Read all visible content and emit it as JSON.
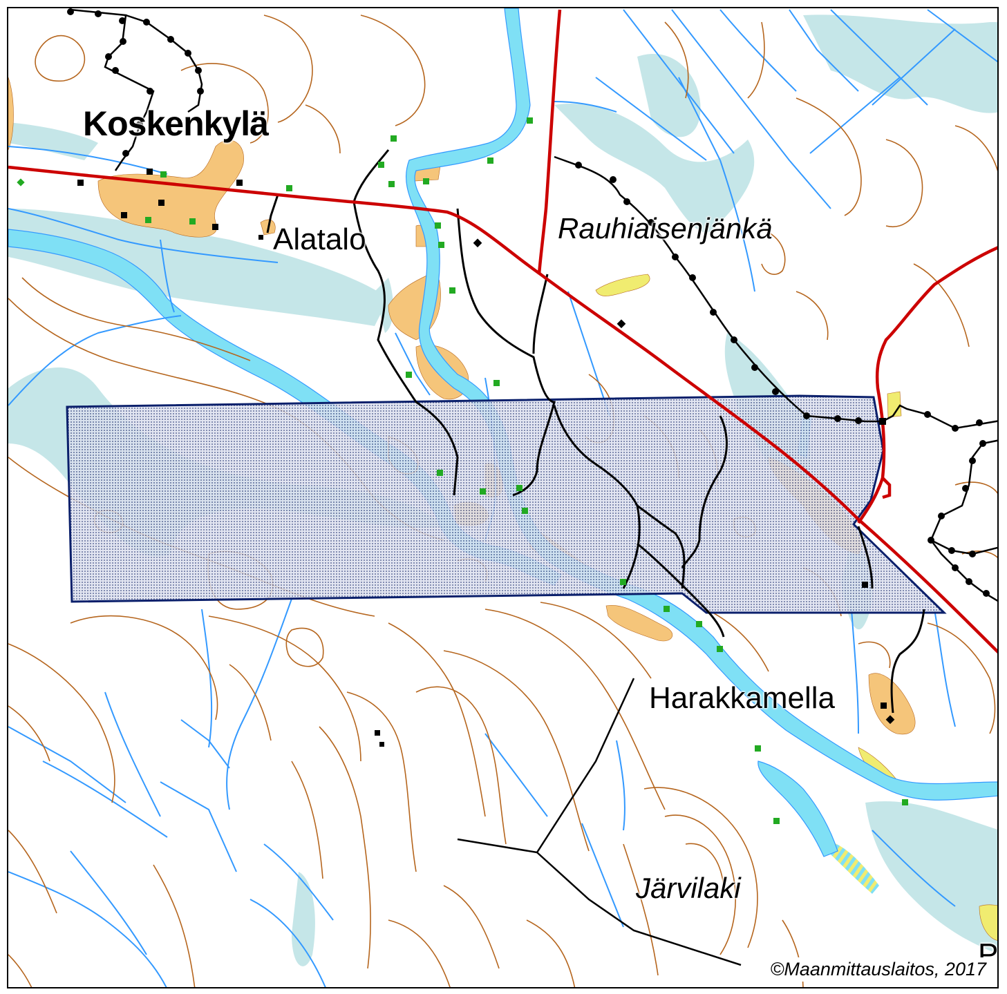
{
  "map": {
    "colors": {
      "contour": "#b5651d",
      "stream": "#3399ff",
      "wetland": "#c5e6e8",
      "water": "#7fe0f5",
      "field": "#f5c57a",
      "sand": "#f0ec70",
      "road": "#cc0000",
      "path": "#000000",
      "power_line": "#000000",
      "boundary": "#0a1f6b",
      "area_fill": "#dde1ef",
      "marker": "#22aa22"
    },
    "labels": {
      "koskenkyla": "Koskenkylä",
      "alatalo": "Alatalo",
      "rauhiaisenjanka": "Rauhiaisenjänkä",
      "harakkamella": "Harakkamella",
      "jarvilaki": "Järvilaki",
      "edge_fragment": "P"
    },
    "copyright": "©Maanmittauslaitos, 2017"
  }
}
